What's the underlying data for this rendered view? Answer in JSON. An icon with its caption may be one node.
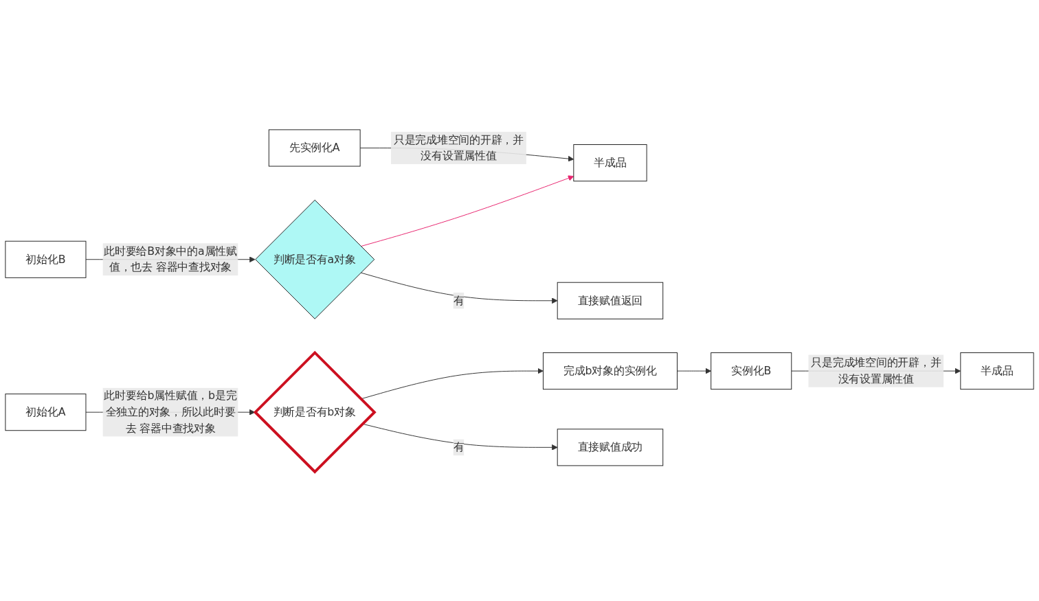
{
  "diagram": {
    "nodes": [
      {
        "text": [
          "先实例化A"
        ]
      },
      {
        "text": [
          "半成品"
        ]
      },
      {
        "text": [
          "初始化A"
        ]
      },
      {
        "text": [
          "判断是否有b对象"
        ]
      },
      {
        "text": [
          "直接赋值成功"
        ]
      },
      {
        "text": [
          "完成b对象的实例化"
        ]
      },
      {
        "text": [
          "实例化B"
        ]
      },
      {
        "text": [
          "半成品"
        ]
      },
      {
        "text": [
          "初始化B"
        ]
      },
      {
        "text": [
          "判断是否有a对象"
        ]
      },
      {
        "text": [
          "直接赋值返回"
        ]
      }
    ],
    "edges": [
      {
        "from": 0,
        "to": 1,
        "arrow": "to",
        "label": "只是完成堆空间的开辟，并没有设置属性值"
      },
      {
        "from": 2,
        "to": 3,
        "arrow": "to",
        "label": "此时要给b属性赋值，b是完全独立的对象，所以此时要去 容器中查找对象"
      },
      {
        "from": 3,
        "to": 4,
        "arrow": "to",
        "label": "有"
      },
      {
        "from": 3,
        "to": 5,
        "arrow": "to"
      },
      {
        "from": 5,
        "to": 6,
        "arrow": "to"
      },
      {
        "from": 6,
        "to": 7,
        "arrow": "to",
        "label": "只是完成堆空间的开辟，并没有设置属性值"
      },
      {
        "from": 8,
        "to": 9,
        "arrow": "to",
        "label": "此时要给B对象中的a属性赋值，也去 容器中查找对象"
      },
      {
        "from": 9,
        "to": 10,
        "arrow": "to",
        "label": "有"
      },
      {
        "from": 9,
        "to": 1,
        "arrow": "to",
        "color": "#e8256f"
      }
    ]
  }
}
